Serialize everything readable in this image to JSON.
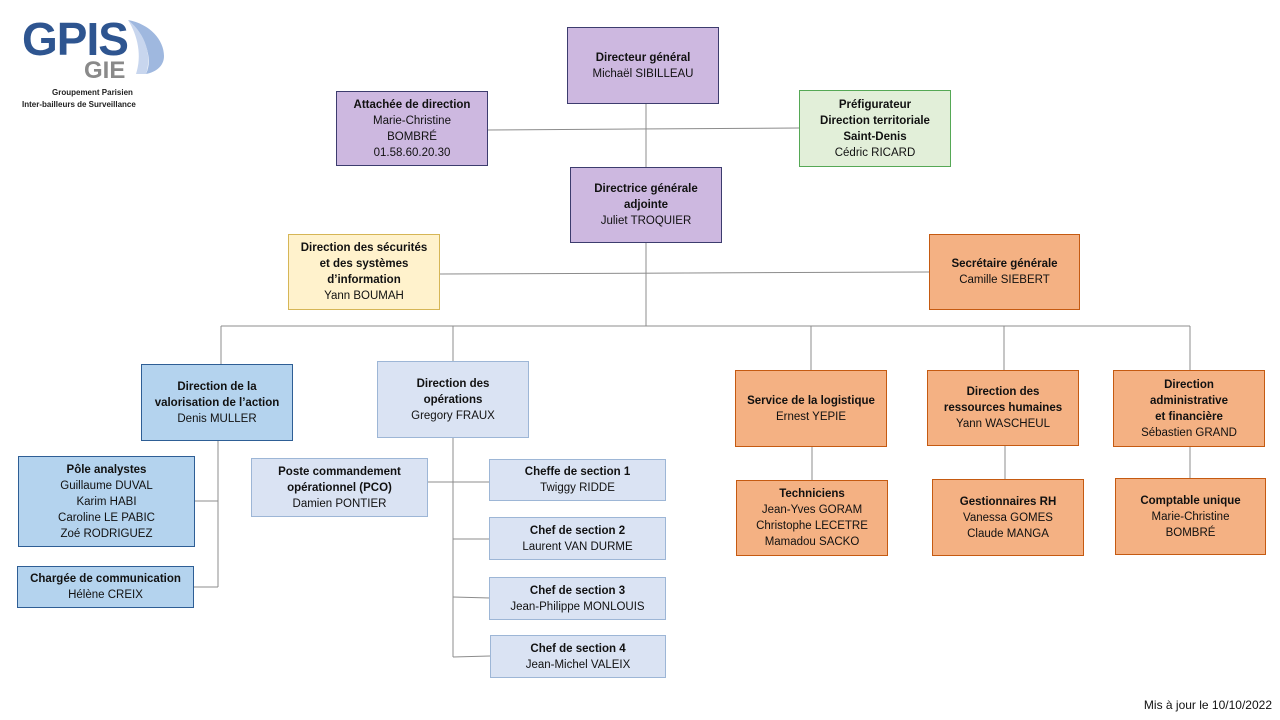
{
  "logo": {
    "main": "GPIS",
    "gie": "GIE",
    "line1": "Groupement Parisien",
    "line2": "Inter-bailleurs de Surveillance"
  },
  "footer": "Mis à jour le 10/10/2022",
  "colors": {
    "purple": "#cdb8e0",
    "green": "#e2efd9",
    "yellow": "#fff2cc",
    "orange": "#f4b183",
    "blue": "#b4d3ee",
    "light_blue": "#dae3f3",
    "connector": "#8c8c8c"
  },
  "nodes": {
    "dg": {
      "title": "Directeur général",
      "lines": [
        "Michaël SIBILLEAU"
      ]
    },
    "attachee": {
      "title": "Attachée de direction",
      "lines": [
        "Marie-Christine",
        "BOMBRÉ",
        "01.58.60.20.30"
      ]
    },
    "prefigurateur": {
      "title": "Préfigurateur\nDirection territoriale\nSaint-Denis",
      "lines": [
        "Cédric RICARD"
      ]
    },
    "dga": {
      "title": "Directrice générale\nadjointe",
      "lines": [
        "Juliet TROQUIER"
      ]
    },
    "dsi": {
      "title": "Direction des sécurités\net des systèmes\nd’information",
      "lines": [
        "Yann BOUMAH"
      ]
    },
    "sg": {
      "title": "Secrétaire générale",
      "lines": [
        "Camille SIEBERT"
      ]
    },
    "valorisation": {
      "title": "Direction de la\nvalorisation  de l’action",
      "lines": [
        "Denis MULLER"
      ]
    },
    "operations": {
      "title": "Direction des\nopérations",
      "lines": [
        "Gregory FRAUX"
      ]
    },
    "logistique": {
      "title": "Service de la logistique",
      "lines": [
        "Ernest YEPIE"
      ]
    },
    "rh": {
      "title": "Direction des\nressources humaines",
      "lines": [
        "Yann WASCHEUL"
      ]
    },
    "daf": {
      "title": "Direction\nadministrative\net financière",
      "lines": [
        "Sébastien GRAND"
      ]
    },
    "analystes": {
      "title": "Pôle analystes",
      "lines": [
        "Guillaume DUVAL",
        "Karim HABI",
        "Caroline LE PABIC",
        "Zoé RODRIGUEZ"
      ]
    },
    "communication": {
      "title": "Chargée de communication",
      "lines": [
        "Hélène CREIX"
      ]
    },
    "pco": {
      "title": "Poste commandement\nopérationnel (PCO)",
      "lines": [
        "Damien PONTIER"
      ]
    },
    "section1": {
      "title": "Cheffe de section 1",
      "lines": [
        "Twiggy RIDDE"
      ]
    },
    "section2": {
      "title": "Chef de section 2",
      "lines": [
        "Laurent VAN DURME"
      ]
    },
    "section3": {
      "title": "Chef de section 3",
      "lines": [
        "Jean-Philippe MONLOUIS"
      ]
    },
    "section4": {
      "title": "Chef de section 4",
      "lines": [
        "Jean-Michel VALEIX"
      ]
    },
    "techniciens": {
      "title": "Techniciens",
      "lines": [
        "Jean-Yves GORAM",
        "Christophe LECETRE",
        "Mamadou SACKO"
      ]
    },
    "gestionnaires": {
      "title": "Gestionnaires RH",
      "lines": [
        "Vanessa GOMES",
        "Claude MANGA"
      ]
    },
    "comptable": {
      "title": "Comptable unique",
      "lines": [
        "Marie-Christine",
        "BOMBRÉ"
      ]
    }
  }
}
